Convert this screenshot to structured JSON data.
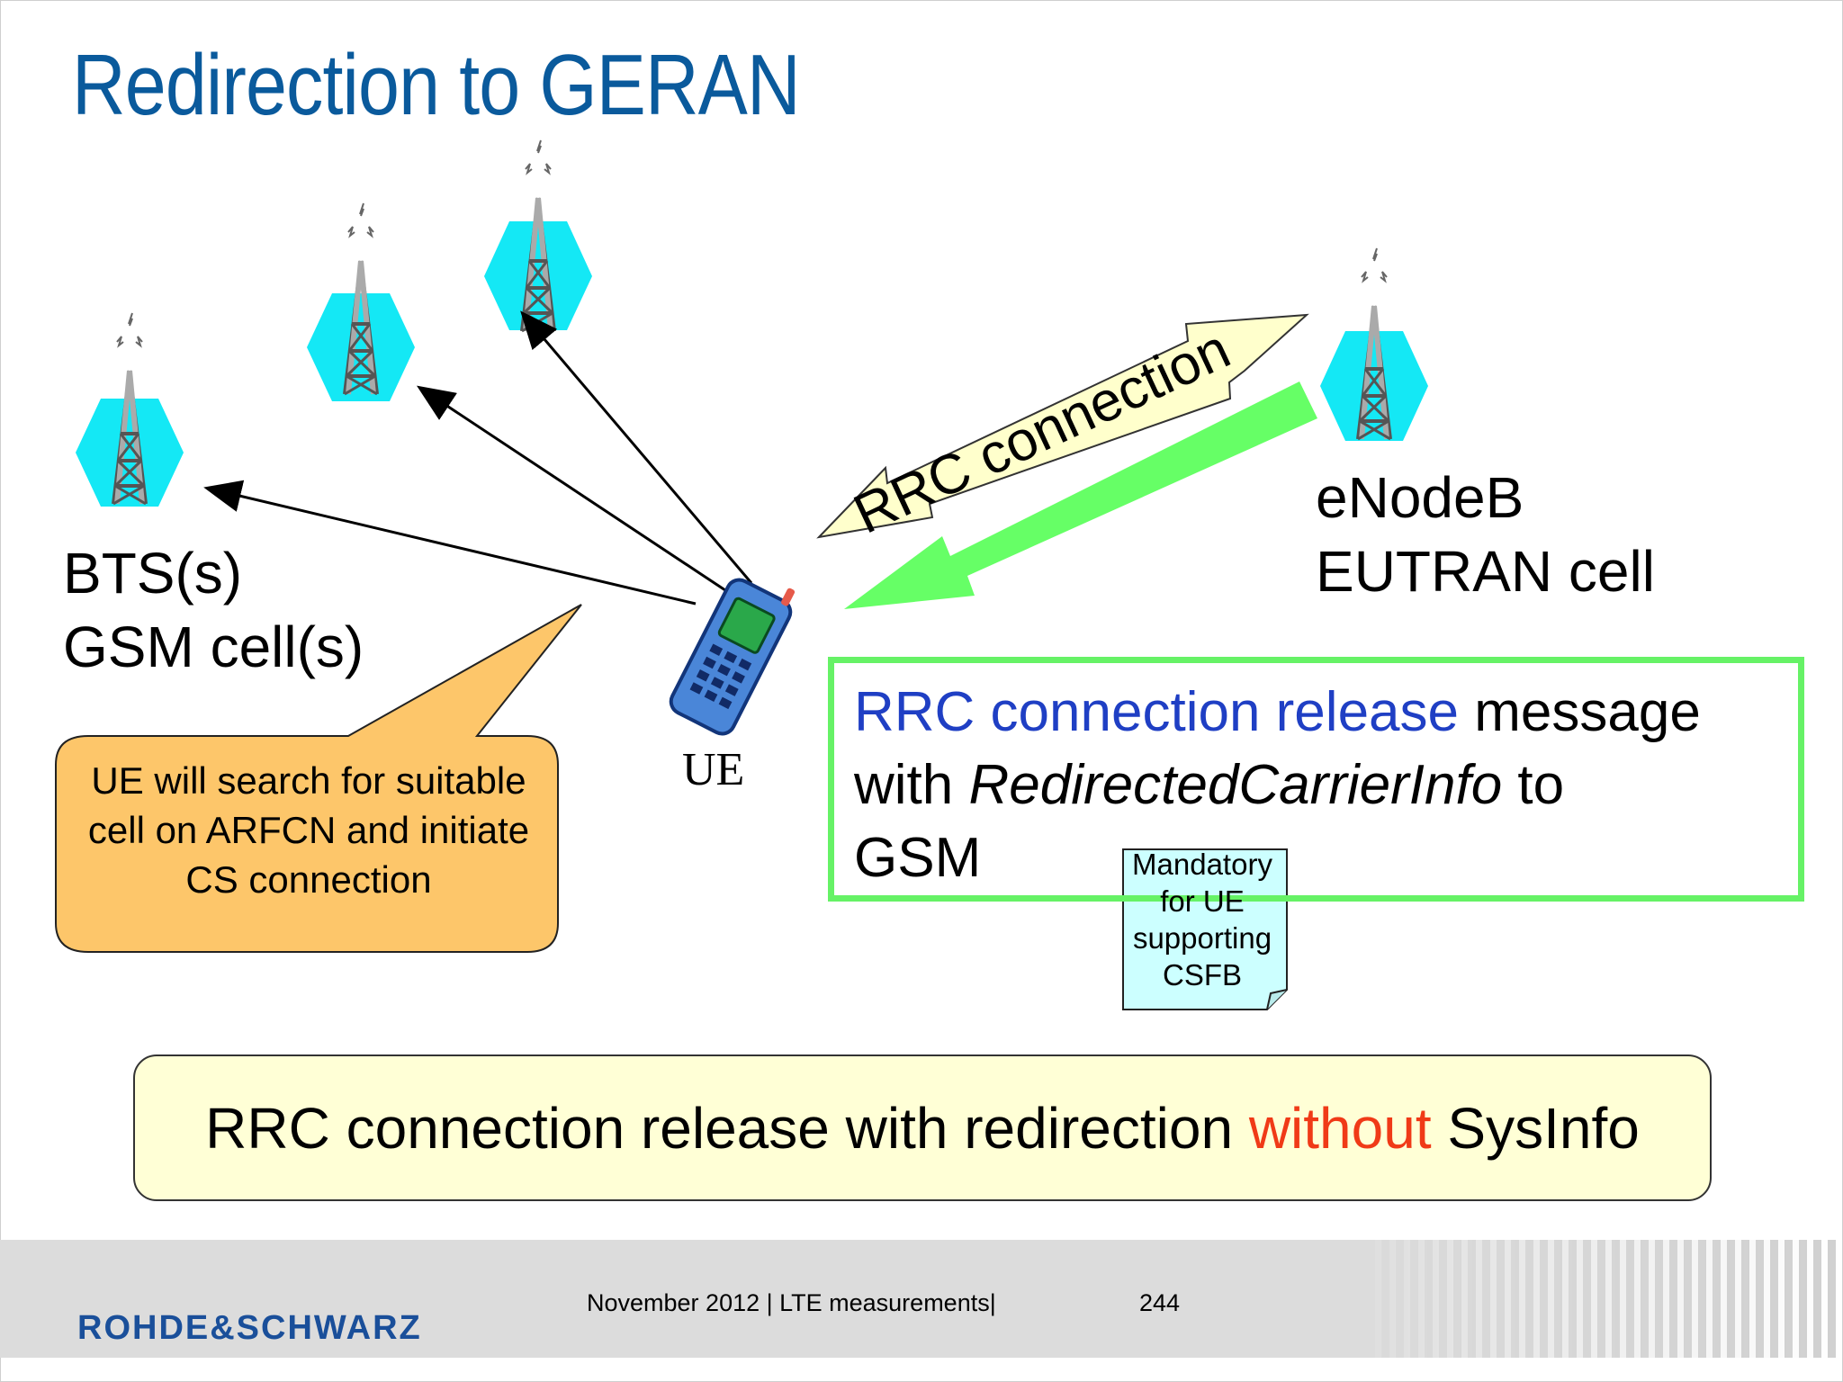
{
  "title": "Redirection to GERAN",
  "labels": {
    "bts_line1": "BTS(s)",
    "bts_line2": "GSM cell(s)",
    "enodeb_line1": "eNodeB",
    "enodeb_line2": "EUTRAN cell",
    "ue": "UE",
    "rrc_arrow": "RRC connection"
  },
  "callout": {
    "text": "UE will search for suitable cell on ARFCN and initiate CS connection"
  },
  "message_box": {
    "part1": "RRC connection release",
    "part2": " message",
    "part3": "with ",
    "part4": "RedirectedCarrierInfo",
    "part5": " to",
    "part6": "GSM"
  },
  "note": {
    "text": "Mandatory for UE supporting CSFB"
  },
  "banner": {
    "pre": "RRC connection release with redirection ",
    "highlight": "without",
    "post": " SysInfo"
  },
  "footer": {
    "brand": "ROHDE&SCHWARZ",
    "info": "November 2012 |  LTE measurements|",
    "page": "244"
  },
  "colors": {
    "title": "#0a5a9c",
    "cell": "#14e8f5",
    "green_arrow": "#66ff66",
    "rrc_arrow_fill": "#ffffcc",
    "callout": "#fdc66a",
    "highlight_blue": "#1f3fc4",
    "highlight_red": "#f03a17",
    "note": "#ccffff"
  },
  "icons": [
    "tower-icon",
    "phone-icon",
    "rs-logo-icon"
  ]
}
